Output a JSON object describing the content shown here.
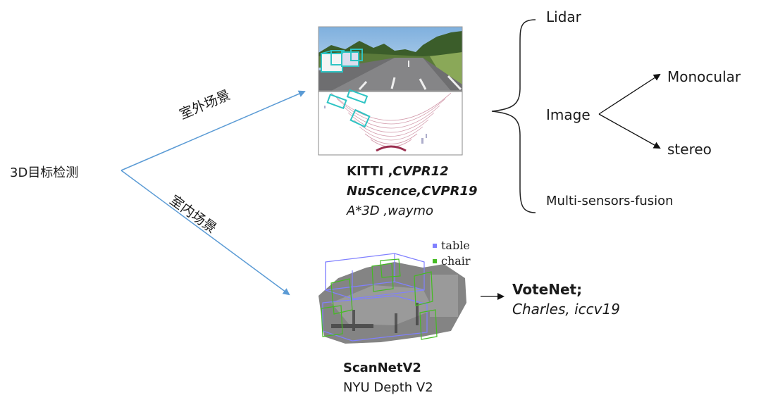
{
  "root": {
    "label": "3D目标检测"
  },
  "branches": {
    "outdoor": {
      "label": "室外场景"
    },
    "indoor": {
      "label": "室内场景"
    }
  },
  "outdoor_datasets": {
    "line1_name": "KITTI ,",
    "line1_venue": "CVPR12",
    "line2": "NuScence,CVPR19",
    "line3": "A*3D ,waymo"
  },
  "outdoor_methods": {
    "lidar": "Lidar",
    "image": "Image",
    "monocular": "Monocular",
    "stereo": "stereo",
    "fusion": "Multi-sensors-fusion"
  },
  "indoor_legend": {
    "table": "table",
    "chair": "chair"
  },
  "indoor_datasets": {
    "line1": "ScanNetV2",
    "line2": "NYU Depth V2"
  },
  "indoor_method": {
    "name": "VoteNet;",
    "ref": "Charles, iccv19"
  },
  "colors": {
    "branch_arrow": "#5b9bd5",
    "box_cyan": "#2ec4c4",
    "box_blue": "#8080ff",
    "box_green": "#44bb22"
  }
}
